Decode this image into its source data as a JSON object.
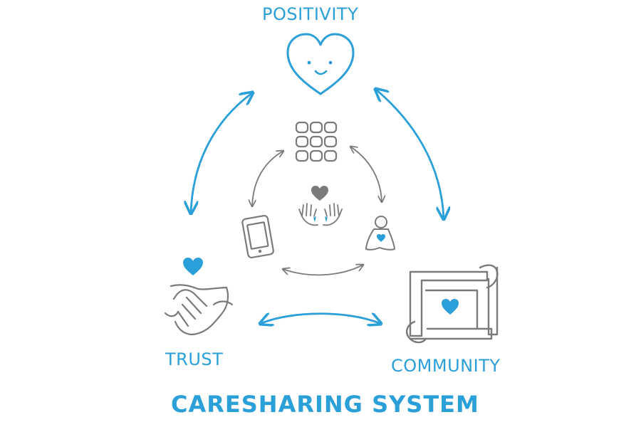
{
  "diagram": {
    "title": "CARESHARING SYSTEM",
    "nodes": [
      {
        "id": "positivity",
        "label": "POSITIVITY"
      },
      {
        "id": "trust",
        "label": "TRUST"
      },
      {
        "id": "community",
        "label": "COMMUNITY"
      }
    ],
    "inner_icons": [
      "grid-of-tiles-icon",
      "smartphone-icon",
      "hands-with-heart-icon",
      "person-with-heart-icon"
    ],
    "colors": {
      "accent": "#2a9fd8",
      "gray": "#7a7a7a",
      "background": "#ffffff"
    }
  }
}
